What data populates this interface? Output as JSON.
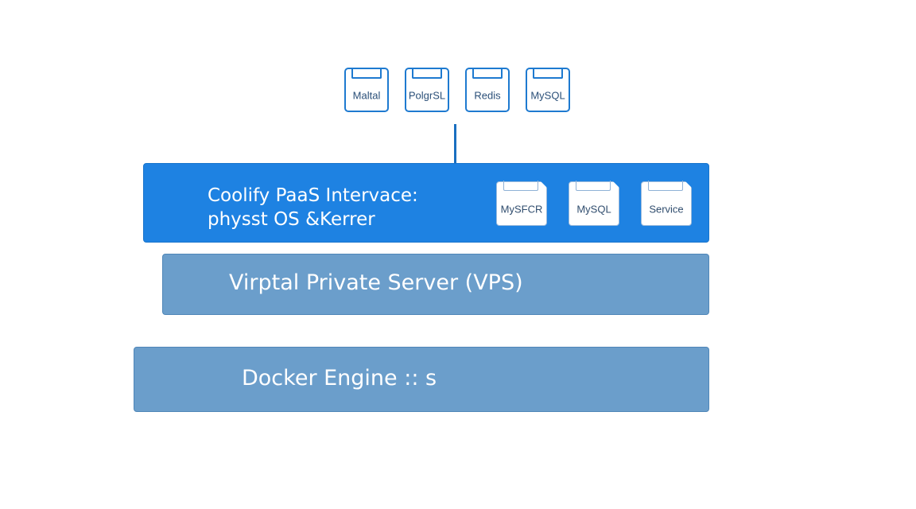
{
  "top_databases": [
    "Maltal",
    "PolgrSL",
    "Redis",
    "MySQL"
  ],
  "paas_layer": {
    "title_line1": "Coolify PaaS Intervace:",
    "title_line2": "physst OS &Kerrer",
    "services": [
      "MySFCR",
      "MySQL",
      "Service"
    ],
    "color": "#1e82e2"
  },
  "vps_layer": {
    "label": "Virptal Private Server (VPS)",
    "color": "#6b9ecb"
  },
  "docker_layer": {
    "label": "Docker Engine :: s",
    "color": "#6b9ecb"
  },
  "icons": {
    "database": "database-icon"
  }
}
